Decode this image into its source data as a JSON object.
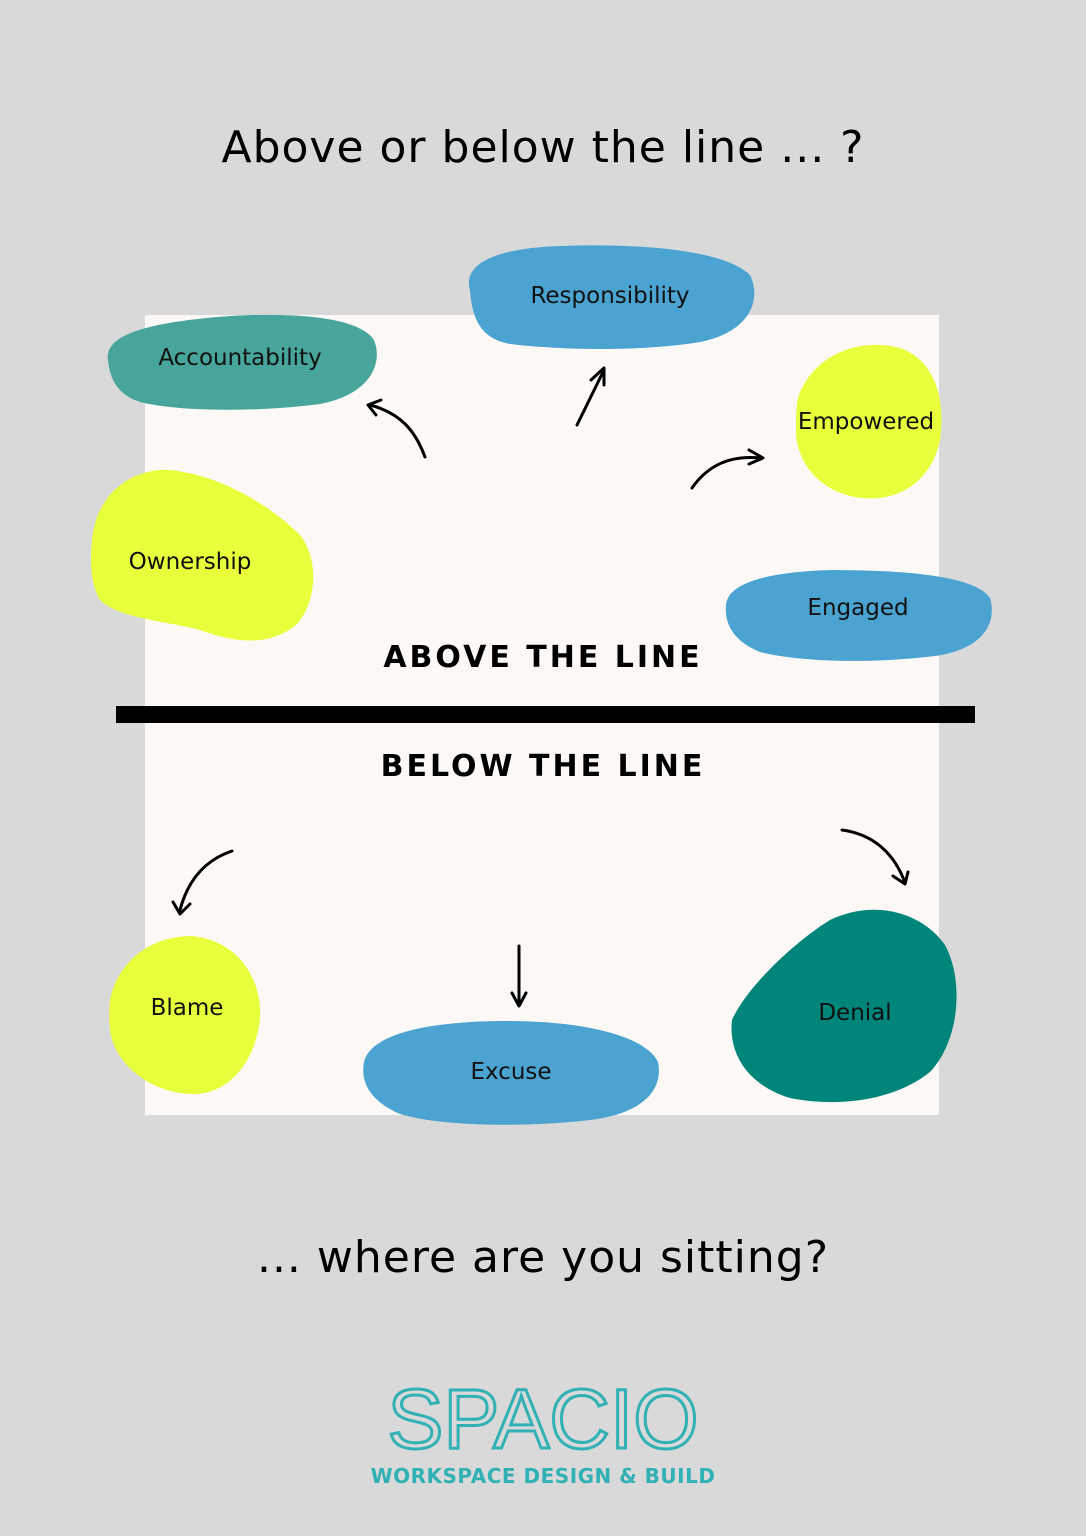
{
  "title": "Above or below the line ... ?",
  "divider": {
    "above_label": "ABOVE THE LINE",
    "below_label": "BELOW THE LINE"
  },
  "above_items": [
    {
      "label": "Responsibility",
      "color": "#4aa3d0"
    },
    {
      "label": "Accountability",
      "color": "#47a59b"
    },
    {
      "label": "Empowered",
      "color": "#e8ff3c"
    },
    {
      "label": "Ownership",
      "color": "#e8ff3c"
    },
    {
      "label": "Engaged",
      "color": "#4aa3d0"
    }
  ],
  "below_items": [
    {
      "label": "Blame",
      "color": "#e8ff3c"
    },
    {
      "label": "Excuse",
      "color": "#4aa3d0"
    },
    {
      "label": "Denial",
      "color": "#00857a"
    }
  ],
  "question": "... where are you sitting?",
  "logo": {
    "name": "SPACIO",
    "tagline": "WORKSPACE DESIGN & BUILD",
    "color": "#2fb1b5"
  },
  "colors": {
    "background": "#d9d9d9",
    "panel": "#fbf8f5",
    "line": "#000000"
  }
}
